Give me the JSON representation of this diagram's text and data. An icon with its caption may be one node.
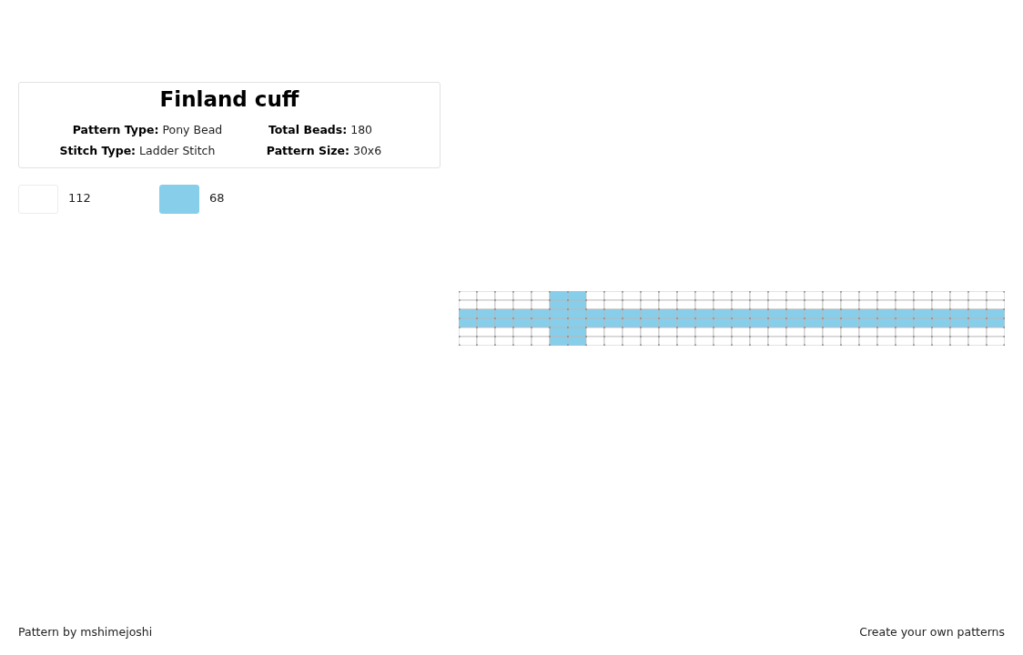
{
  "diagram": {
    "title": "Finland cuff",
    "nodes": [
      {
        "text": [
          "**Pattern Type:** Pony Bead",
          "**Total Beads:** 180",
          "**Stitch Type:** Ladder Stitch",
          "**Pattern Size:** 30x6"
        ]
      }
    ],
    "labels": [
      "Pattern by mshimejoshi",
      "Create your own patterns"
    ],
    "legend": [
      {
        "text": "112",
        "color": "#ffffff"
      },
      {
        "text": "68",
        "color": "#87ceeb"
      }
    ]
  }
}
